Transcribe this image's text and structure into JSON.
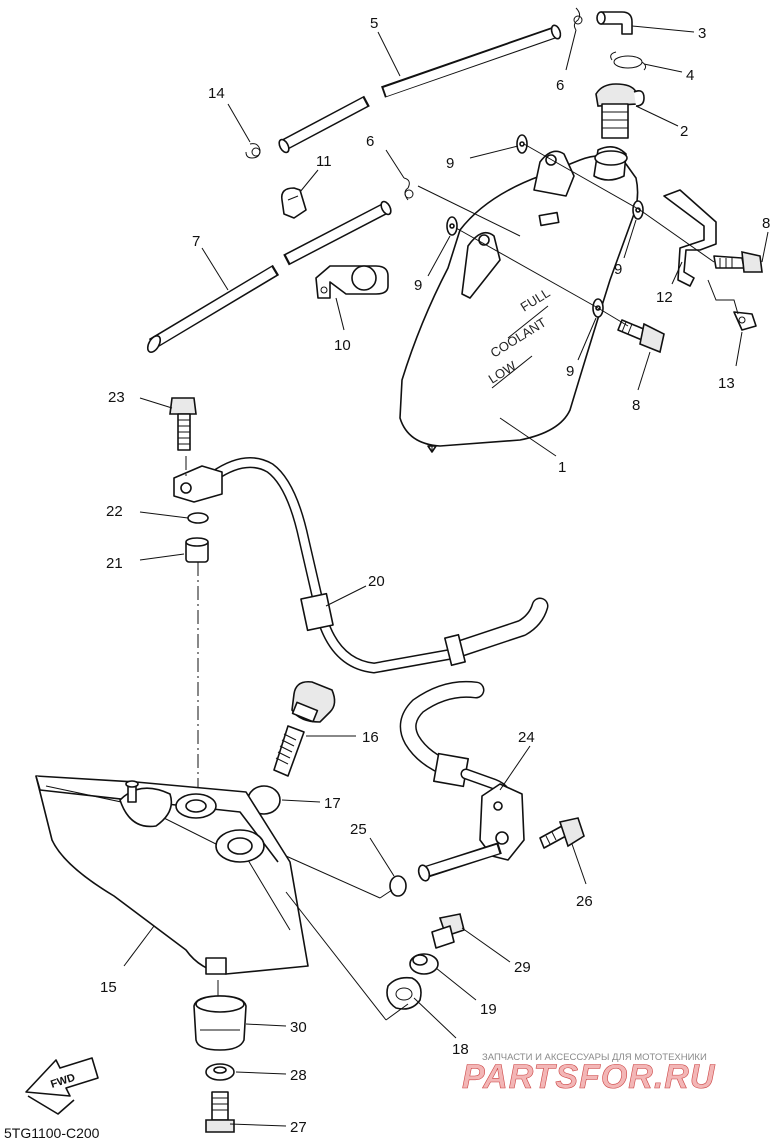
{
  "diagram": {
    "code": "5TG1100-C200",
    "tank_labels": {
      "full": "FULL",
      "coolant": "COOLANT",
      "low": "LOW"
    },
    "fwd_label": "FWD",
    "callouts": [
      "1",
      "2",
      "3",
      "4",
      "5",
      "6",
      "6",
      "7",
      "8",
      "8",
      "9",
      "9",
      "9",
      "9",
      "10",
      "11",
      "12",
      "13",
      "14",
      "15",
      "16",
      "17",
      "18",
      "19",
      "20",
      "21",
      "22",
      "23",
      "24",
      "25",
      "26",
      "27",
      "28",
      "29",
      "30"
    ]
  },
  "watermark": {
    "tagline": "ЗАПЧАСТИ И АКСЕССУАРЫ ДЛЯ МОТОТЕХНИКИ",
    "brand": "PARTSFOR.RU",
    "color": "#d42a2a"
  }
}
